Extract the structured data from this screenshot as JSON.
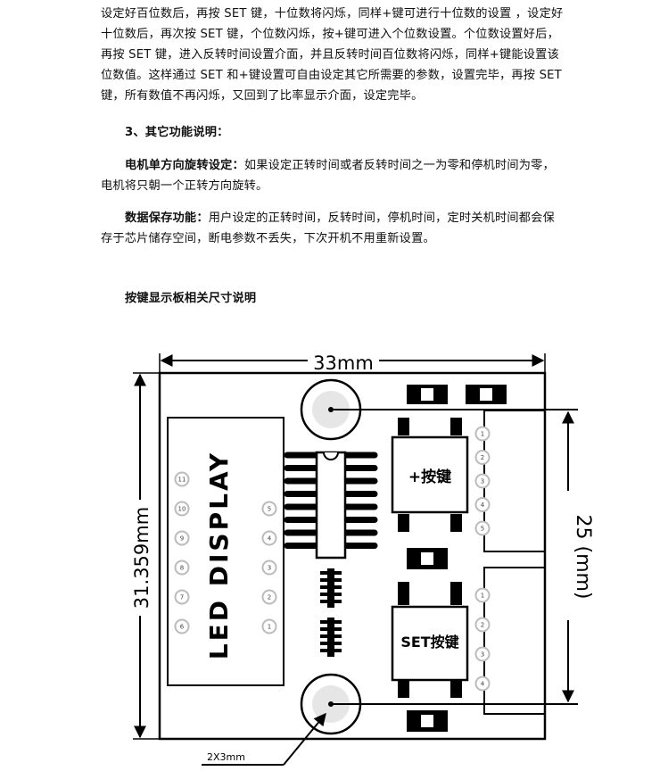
{
  "text": {
    "para1": "设定好百位数后，再按 SET 键，十位数将闪烁，同样+键可进行十位数的设置 ，设定好十位数后，再次按 SET 键，个位数闪烁，按+键可进入个位数设置。个位数设置好后，再按 SET 键，进入反转时间设置介面，并且反转时间百位数将闪烁，同样+键能设置该位数值。这样通过 SET 和+键设置可自由设定其它所需要的参数，设置完毕，再按 SET 键，所有数值不再闪烁，又回到了比率显示介面，设定完毕。",
    "section_heading": "3、其它功能说明：",
    "feature1_label": "电机单方向旋转设定：",
    "feature1_text": "如果设定正转时间或者反转时间之一为零和停机时间为零，电机将只朝一个正转方向旋转。",
    "feature2_label": "数据保存功能：",
    "feature2_text": "用户设定的正转时间，反转时间，停机时间，定时关机时间都会保存于芯片储存空间，断电参数不丢失，下次开机不用重新设置。",
    "diagram_heading": "按键显示板相关尺寸说明"
  },
  "diagram": {
    "width_label": "33mm",
    "height_label": "31.359mm",
    "hole_spacing_label": "25 (mm)",
    "hole_label": "2X3mm",
    "display_label": "LED DISPLAY",
    "plus_button_label": "+按键",
    "set_button_label": "SET按键",
    "display_pins_left": [
      "11",
      "10",
      "9",
      "8",
      "7",
      "6"
    ],
    "display_pins_right": [
      "5",
      "4",
      "3",
      "2",
      "1"
    ],
    "connector_top_pins": [
      "1",
      "2",
      "3",
      "4",
      "5"
    ],
    "connector_bottom_pins": [
      "1",
      "2",
      "3",
      "4"
    ]
  }
}
